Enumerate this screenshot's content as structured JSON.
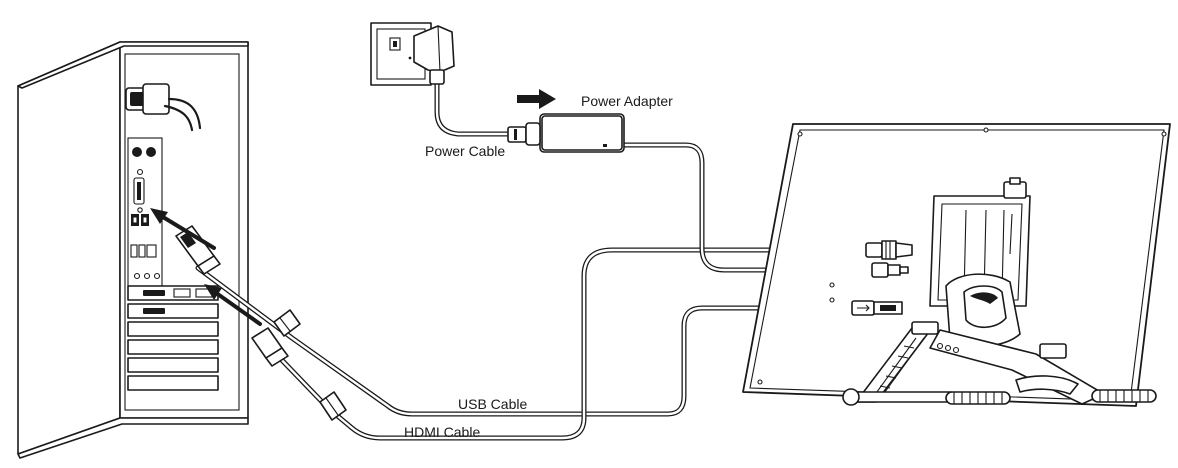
{
  "labels": {
    "power_adapter": "Power Adapter",
    "power_cable": "Power Cable",
    "usb_cable": "USB Cable",
    "hdmi_cable": "HDMI Cable"
  },
  "colors": {
    "line": "#1a1a1a",
    "background": "#ffffff"
  }
}
